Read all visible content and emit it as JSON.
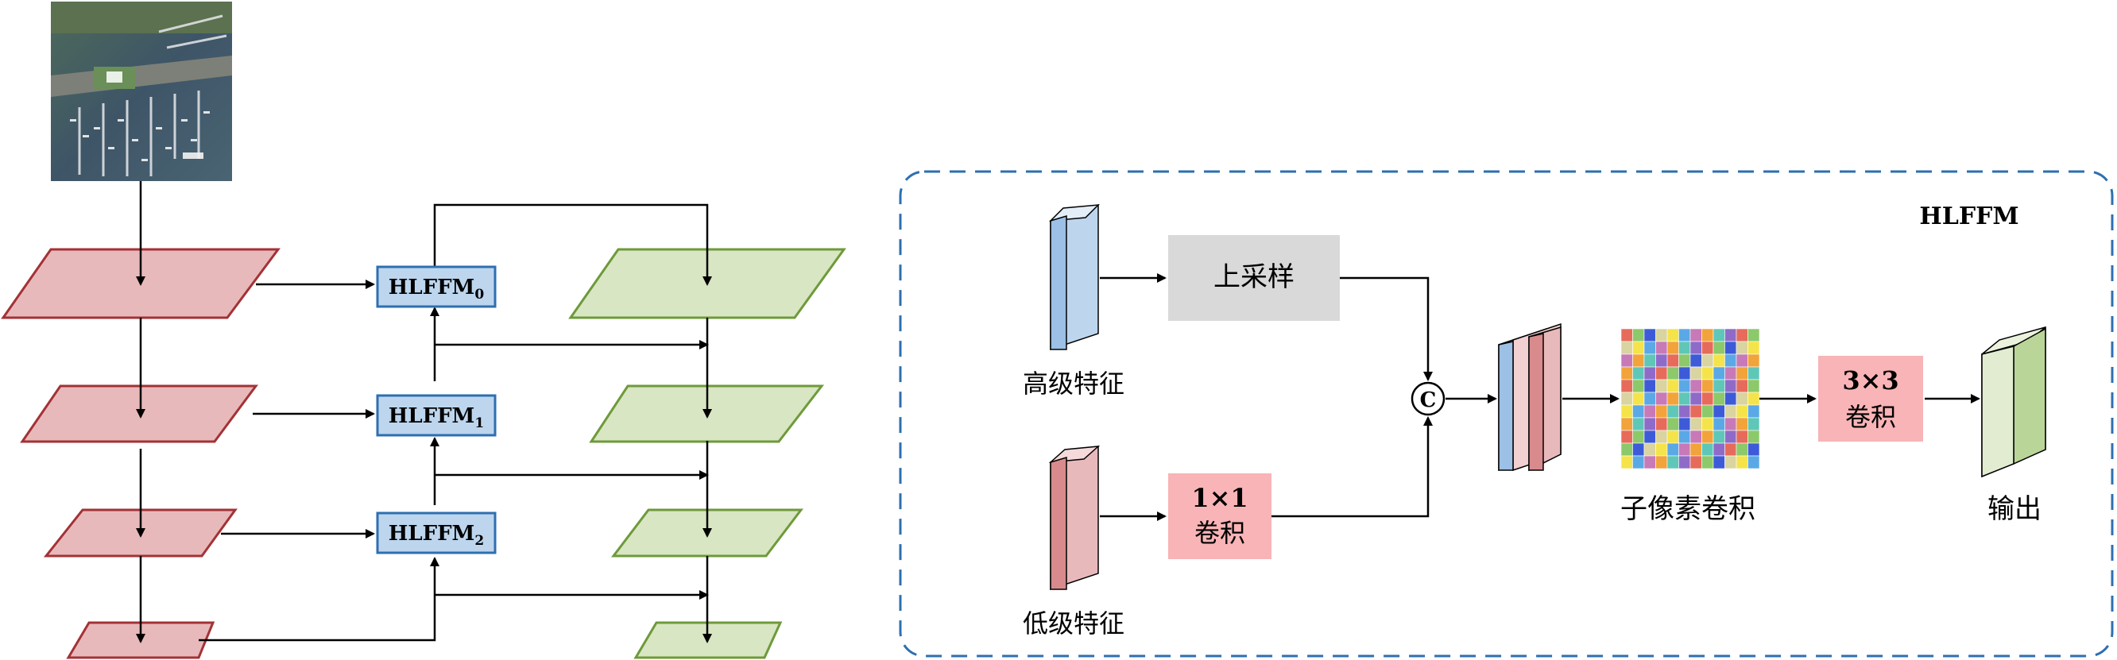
{
  "left": {
    "modules": [
      {
        "base": "HLFFM",
        "sub": "0"
      },
      {
        "base": "HLFFM",
        "sub": "1"
      },
      {
        "base": "HLFFM",
        "sub": "2"
      }
    ]
  },
  "hlffm": {
    "title": "HLFFM",
    "high_feature": "高级特征",
    "low_feature": "低级特征",
    "upsample": "上采样",
    "conv1_line1": "1×1",
    "conv1_line2": "卷积",
    "concat_symbol": "C",
    "subpixel": "子像素卷积",
    "conv3_line1": "3×3",
    "conv3_line2": "卷积",
    "output": "输出"
  },
  "colors": {
    "encoder_fill": "#e8b9bb",
    "encoder_stroke": "#a33236",
    "decoder_fill": "#d8e6c3",
    "decoder_stroke": "#6e9a3a",
    "module_fill": "#bdd6ee",
    "module_stroke": "#2e6fb0",
    "dash": "#2e6fb0",
    "upsample_fill": "#d9d9d9",
    "conv_fill": "#f8b4b6"
  },
  "subpixel_palette": [
    "#e76b5a",
    "#f2a33a",
    "#f5e34a",
    "#8cc96a",
    "#5fc7b8",
    "#5aa9e6",
    "#3d5bd9",
    "#8e6bc9",
    "#c879b8",
    "#d9d4a0"
  ]
}
